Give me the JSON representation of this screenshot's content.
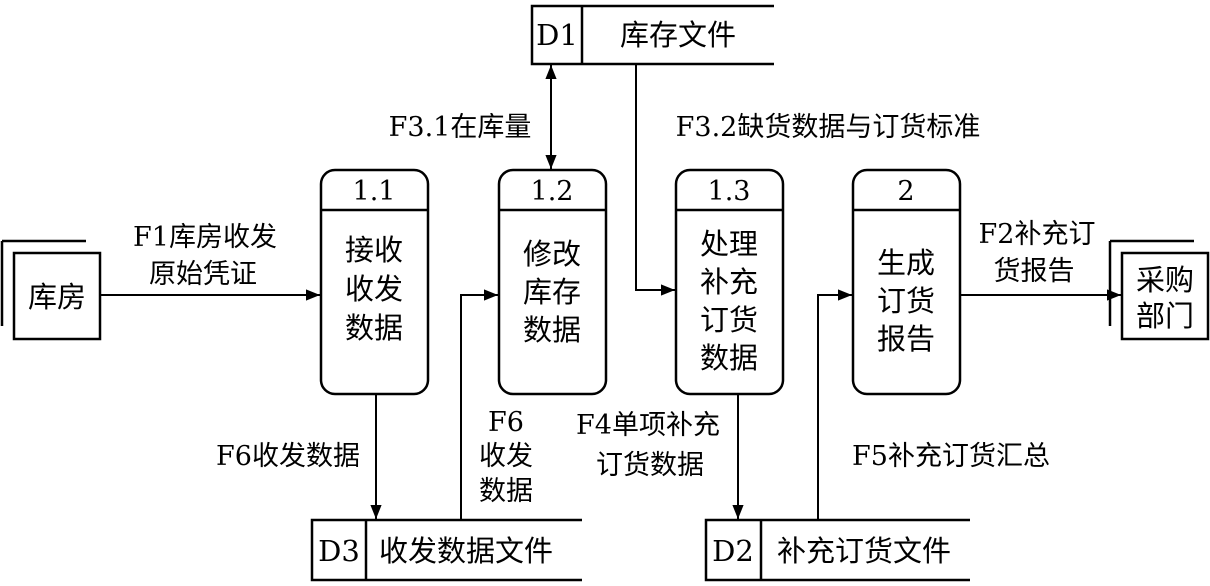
{
  "processes": [
    {
      "id": "1.1",
      "lines": [
        "接收",
        "收发",
        "数据"
      ]
    },
    {
      "id": "1.2",
      "lines": [
        "修改",
        "库存",
        "数据"
      ]
    },
    {
      "id": "1.3",
      "lines": [
        "处理",
        "补充",
        "订货",
        "数据"
      ]
    },
    {
      "id": "2",
      "lines": [
        "生成",
        "订货",
        "报告"
      ]
    }
  ],
  "stores": [
    {
      "id": "D1",
      "name": "库存文件"
    },
    {
      "id": "D3",
      "name": "收发数据文件"
    },
    {
      "id": "D2",
      "name": "补充订货文件"
    }
  ],
  "entities": [
    {
      "lines": [
        "库房"
      ]
    },
    {
      "lines": [
        "采购",
        "部门"
      ]
    }
  ],
  "flows": [
    {
      "lines": [
        "F1库房收发",
        "原始凭证"
      ]
    },
    {
      "lines": [
        "F3.1在库量"
      ]
    },
    {
      "lines": [
        "F3.2缺货数据与订货标准"
      ]
    },
    {
      "lines": [
        "F2补充订",
        "货报告"
      ]
    },
    {
      "lines": [
        "F6收发数据"
      ]
    },
    {
      "lines": [
        "F6",
        "收发",
        "数据"
      ]
    },
    {
      "lines": [
        "F4单项补充",
        "订货数据"
      ]
    },
    {
      "lines": [
        "F5补充订货汇总"
      ]
    }
  ]
}
